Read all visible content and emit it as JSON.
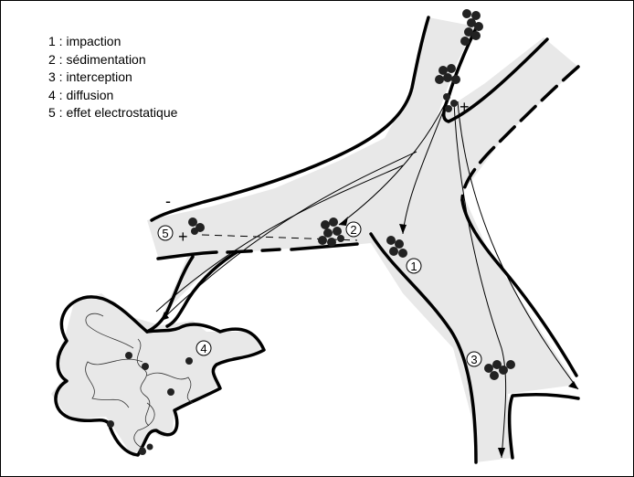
{
  "legend": [
    {
      "num": "1",
      "text": "1 : impaction"
    },
    {
      "num": "2",
      "text": "2 : sédimentation"
    },
    {
      "num": "3",
      "text": "3 : interception"
    },
    {
      "num": "4",
      "text": "4 : diffusion"
    },
    {
      "num": "5",
      "text": "5 : effet electrostatique"
    }
  ],
  "markers": {
    "m1": "1",
    "m2": "2",
    "m3": "3",
    "m4": "4",
    "m5": "5"
  },
  "charges": {
    "plus_top": "+",
    "plus_left": "+",
    "minus_left": "-"
  },
  "colors": {
    "airway_fill": "#e8e8e8",
    "wall": "#000000",
    "particle": "#222222"
  }
}
